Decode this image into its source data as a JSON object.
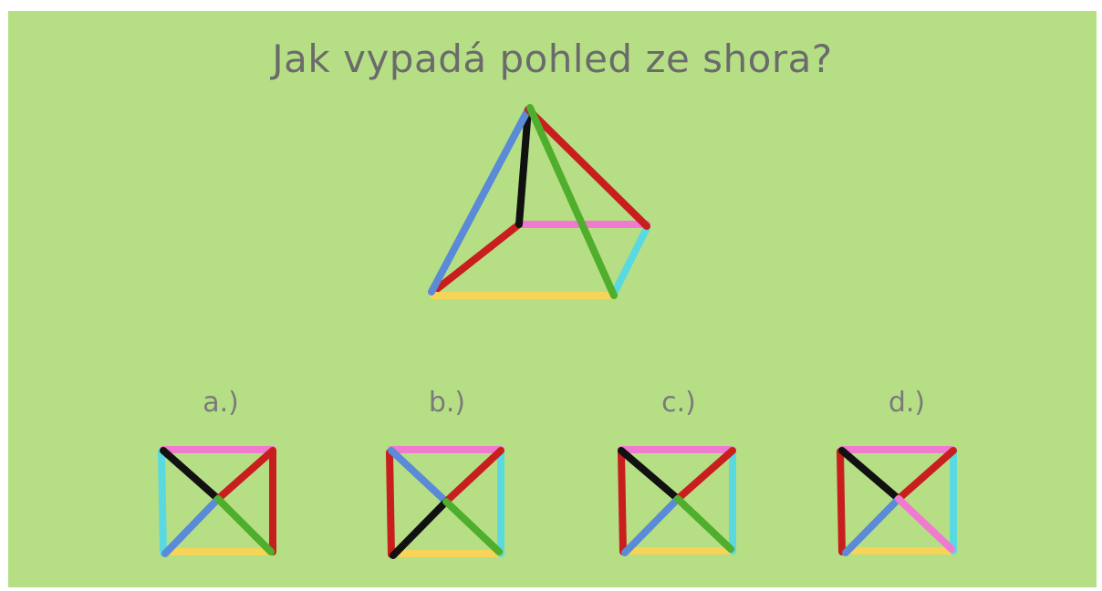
{
  "title": "Jak vypadá pohled ze shora?",
  "colors": {
    "background": "#b6df85",
    "text": "#6b6b6b",
    "blue": "#5b8ad6",
    "red": "#c81e1e",
    "green": "#4fae2c",
    "black": "#111111",
    "pink": "#f07ad0",
    "cyan": "#5ad9e0",
    "yellow": "#f5d458"
  },
  "options": [
    {
      "label": "a.)"
    },
    {
      "label": "b.)"
    },
    {
      "label": "c.)"
    },
    {
      "label": "d.)"
    }
  ]
}
